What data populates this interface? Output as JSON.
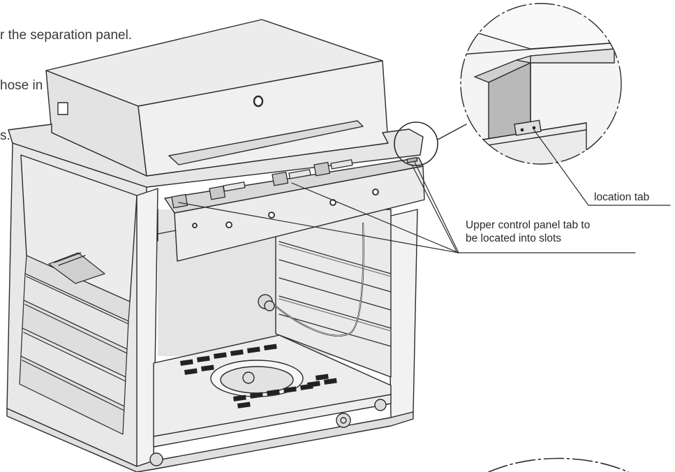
{
  "intro_text": {
    "line1": "r the separation panel.",
    "line2": "hose in the separation",
    "line3": "s."
  },
  "callouts": {
    "location_tab": "location tab",
    "upper_panel_line1": "Upper control panel tab to",
    "upper_panel_line2": "be located into slots"
  },
  "colors": {
    "line": "#2b2b2b",
    "metal_light": "#e9e9e9",
    "metal_mid": "#d6d6d6",
    "metal_dark": "#bdbdbd",
    "slot": "#222222"
  }
}
